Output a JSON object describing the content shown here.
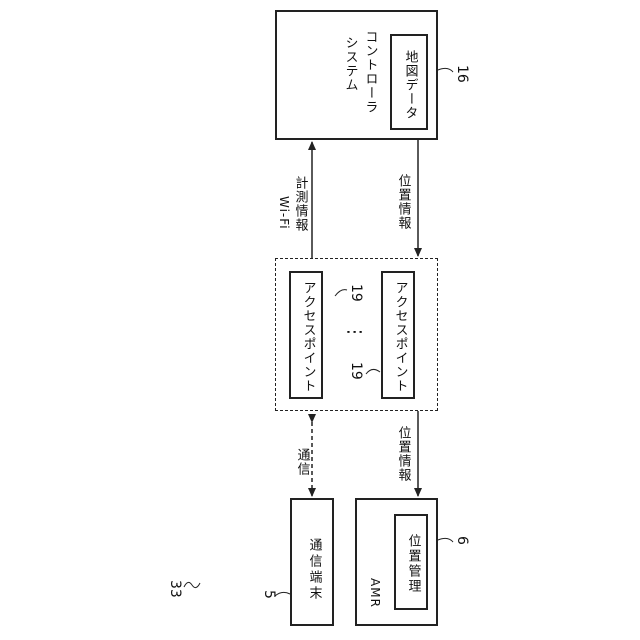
{
  "figure_number": "33",
  "system_controller": {
    "label_line1": "システム",
    "label_line2": "コントローラ",
    "inner_label": "地図データ",
    "ref": "16"
  },
  "access_point_group": {
    "ap_top_label": "アクセスポイント",
    "ap_bottom_label": "アクセスポイント",
    "ap_top_ref": "19",
    "ap_bottom_ref": "19",
    "ellipsis": "⋮"
  },
  "communication_terminal": {
    "label": "通信端末",
    "ref": "5"
  },
  "amr": {
    "label": "AMR",
    "inner_label": "位置管理",
    "ref": "6"
  },
  "arrows": {
    "wifi_label_line1": "Wi-Fi",
    "wifi_label_line2": "計測情報",
    "position_info_upper": "位置情報",
    "position_info_lower": "位置情報",
    "communication": "通信"
  }
}
